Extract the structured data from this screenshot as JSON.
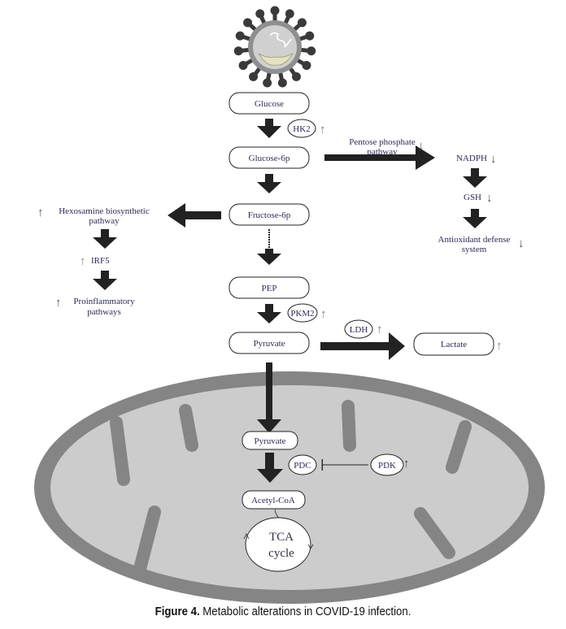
{
  "figure": {
    "caption_label": "Figure 4.",
    "caption_text": " Metabolic alterations in COVID-19 infection.",
    "virus_icon": "coronavirus-icon"
  },
  "glycolysis": {
    "glucose": "Glucose",
    "hk2": "HK2",
    "hk2_change": "↑",
    "glucose6p": "Glucose-6p",
    "fructose6p": "Fructose-6p",
    "pep": "PEP",
    "pkm2": "PKM2",
    "pkm2_change": "↑",
    "pyruvate": "Pyruvate",
    "ldh": "LDH",
    "ldh_change": "↑",
    "lactate": "Lactate",
    "lactate_change": "↑"
  },
  "pentose": {
    "line1": "Pentose phosphate",
    "line2": "pathway",
    "change": "↓",
    "nadph": "NADPH",
    "nadph_change": "↓",
    "gsh": "GSH",
    "gsh_change": "↓",
    "antioxidant_line1": "Antioxidant defense",
    "antioxidant_line2": "system",
    "antioxidant_change": "↓"
  },
  "hexosamine": {
    "change": "↑",
    "line1": "Hexosamine biosynthetic",
    "line2": "pathway",
    "irf5": "IRF5",
    "irf5_change": "↑",
    "proinflam_line1": "Proinflammatory",
    "proinflam_line2": "pathways",
    "proinflam_change": "↑"
  },
  "mitochondria": {
    "pyruvate": "Pyruvate",
    "pdc": "PDC",
    "pdk": "PDK",
    "pdk_change": "↑",
    "acetyl_coa": "Acetyl-CoA",
    "tca_line1": "TCA",
    "tca_line2": "cycle"
  },
  "colors": {
    "arrow": "#222222",
    "membrane": "#858585",
    "matrix": "#cccccc",
    "text": "#2b2b55",
    "change_arrow": "#777777"
  }
}
